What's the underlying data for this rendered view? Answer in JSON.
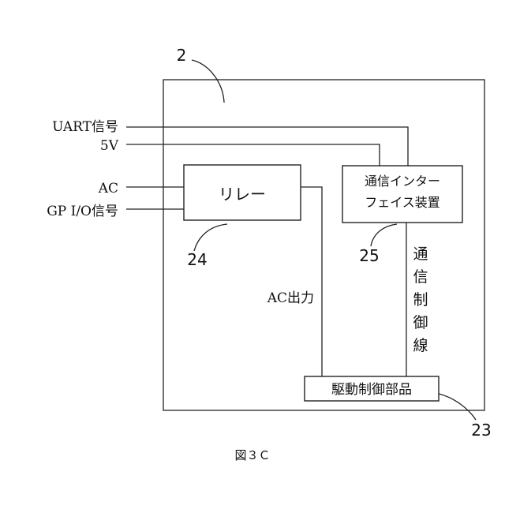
{
  "diagram": {
    "labels": {
      "uart_signal": "UART信号",
      "five_v": "5V",
      "ac": "AC",
      "gpio_signal": "GP I/O信号",
      "ac_output": "AC出力",
      "comm_control_line": "通信制御線"
    },
    "blocks": {
      "relay": "リレー",
      "comm_interface_line1": "通信インター",
      "comm_interface_line2": "フェイス装置",
      "drive_control": "駆動制御部品"
    },
    "refs": {
      "device": "2",
      "relay": "24",
      "comm_interface": "25",
      "drive_control": "23"
    }
  },
  "caption": "図３Ｃ"
}
